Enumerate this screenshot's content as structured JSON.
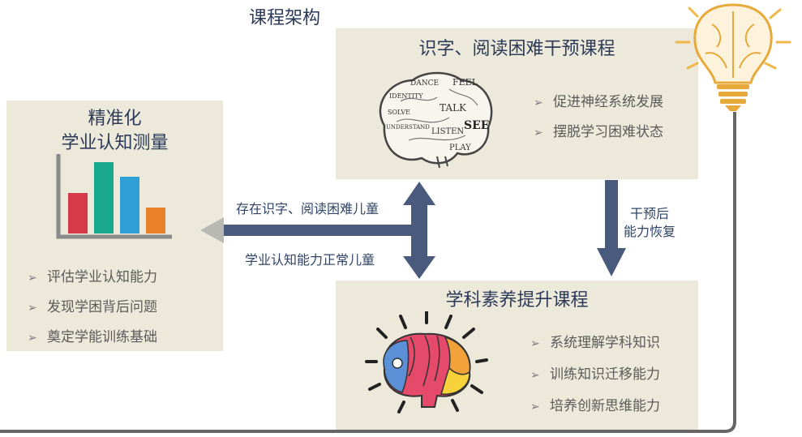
{
  "page_title": "课程架构",
  "left_box": {
    "title_line1": "精准化",
    "title_line2": "学业认知测量",
    "bullets": [
      "评估学业认知能力",
      "发现学困背后问题",
      "奠定学能训练基础"
    ],
    "chart_bar_colors": [
      "#d63a4b",
      "#17a88f",
      "#2f9fd8",
      "#e7822b"
    ]
  },
  "top_box": {
    "title": "识字、阅读困难干预课程",
    "bullets": [
      "促进神经系统发展",
      "摆脱学习困难状态"
    ],
    "brain_words": [
      "DANCE",
      "FEEL",
      "IDENTITY",
      "TALK",
      "SEE",
      "LISTEN",
      "SOLVE",
      "UNDERSTAND",
      "PLAY"
    ]
  },
  "bottom_box": {
    "title": "学科素养提升课程",
    "bullets": [
      "系统理解学科知识",
      "训练知识迁移能力",
      "培养创新思维能力"
    ]
  },
  "arrows": {
    "upper_label": "存在识字、阅读困难儿童",
    "lower_label": "学业认知能力正常儿童",
    "right_label_line1": "干预后",
    "right_label_line2": "能力恢复"
  },
  "colors": {
    "box_bg": "#ece9da",
    "arrow": "#4a5a7c",
    "title": "#2c3a5a",
    "bulb": "#e8b040"
  }
}
